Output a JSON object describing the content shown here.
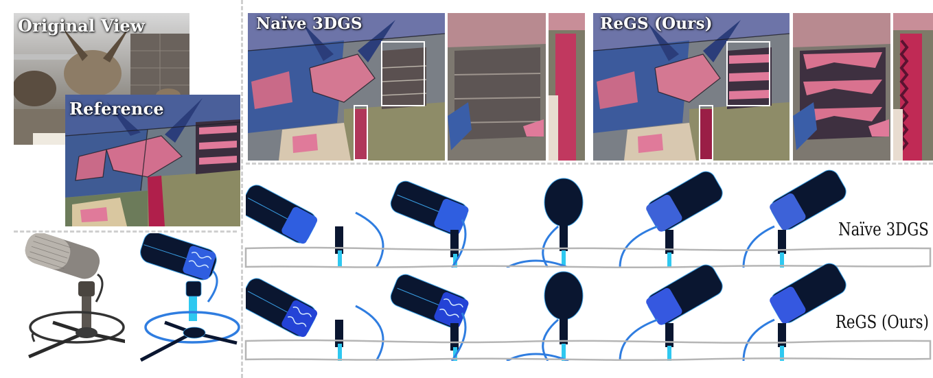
{
  "figure": {
    "top_left": {
      "original_label": "Original View",
      "reference_label": "Reference"
    },
    "top_right": {
      "panels": [
        {
          "label": "Naïve 3DGS"
        },
        {
          "label": "ReGS (Ours)"
        }
      ]
    },
    "bottom_right": {
      "rows": [
        {
          "label": "Naïve 3DGS"
        },
        {
          "label": "ReGS (Ours)"
        }
      ]
    }
  },
  "colors": {
    "separator": "#cfcfcf",
    "inset_box": "#ffffff",
    "band_outline": "#b5b5b5",
    "mic_blue": "#2f6fe0",
    "mic_dark": "#0b1a33",
    "stand_cyan": "#23b5d9",
    "style_pink": "#e07a9a",
    "style_blue": "#3a5aa8",
    "style_olive": "#9a9a70"
  }
}
